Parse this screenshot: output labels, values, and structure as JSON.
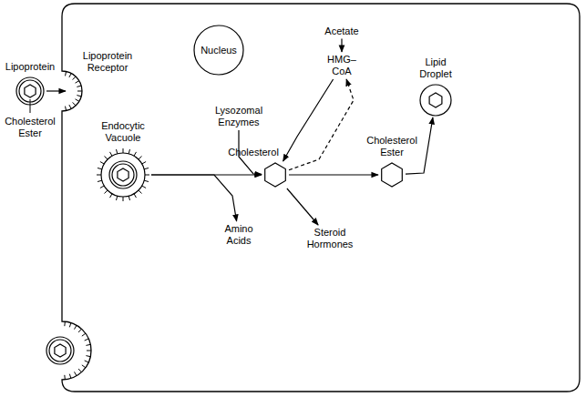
{
  "diagram": {
    "nodes": [
      {
        "text": [
          "Lipoprotein"
        ]
      },
      {
        "text": [
          "Nucleus"
        ]
      },
      {
        "text": [
          "Acetate"
        ]
      },
      {
        "text": [
          "HMG–CoA"
        ]
      },
      {
        "text": [
          "Lipid Droplet"
        ]
      },
      {
        "text": [
          "Lysozomal Enzymes"
        ]
      },
      {
        "text": [
          "Endocytic Vacuole"
        ]
      },
      {
        "text": [
          "Cholesterol"
        ]
      },
      {
        "text": [
          "Cholesterol Ester"
        ]
      },
      {
        "text": [
          "Amino Acids"
        ]
      },
      {
        "text": [
          "Steroid Hormones"
        ]
      }
    ],
    "edges": [
      {
        "from": 2,
        "to": 3,
        "arrow": "to"
      },
      {
        "from": 3,
        "to": 7,
        "arrow": "to"
      },
      {
        "from": 7,
        "to": 3,
        "arrow": "to"
      },
      {
        "from": 6,
        "to": 7,
        "arrow": "to"
      },
      {
        "from": 5,
        "to": 7,
        "arrow": "to"
      },
      {
        "from": 6,
        "to": 9,
        "arrow": "to"
      },
      {
        "from": 7,
        "to": 10,
        "arrow": "to"
      },
      {
        "from": 7,
        "to": 8,
        "arrow": "to"
      },
      {
        "from": 8,
        "to": 4,
        "arrow": "to"
      }
    ],
    "labels": [
      "Lipoprotein Receptor",
      "Cholesterol Ester"
    ]
  }
}
